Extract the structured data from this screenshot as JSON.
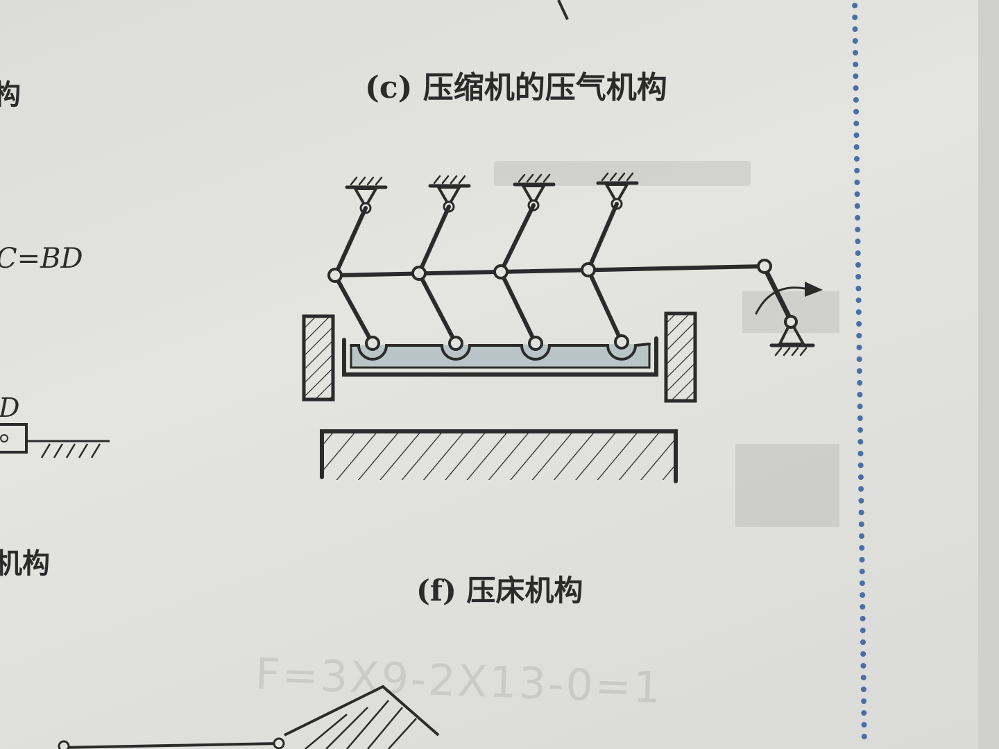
{
  "captions": {
    "top": "(c) 压缩机的压气机构",
    "bottom": "(f) 压床机构"
  },
  "left_margin_fragments": {
    "line1": "构",
    "line2": "C=BD",
    "line3": "D",
    "line4": "机构"
  },
  "handwriting": "F=3X9-2X13-0=1",
  "colors": {
    "ink": "#2b2b2b",
    "slider_fill": "#b9c4c7",
    "margin_dots": "#4a6fa6"
  }
}
